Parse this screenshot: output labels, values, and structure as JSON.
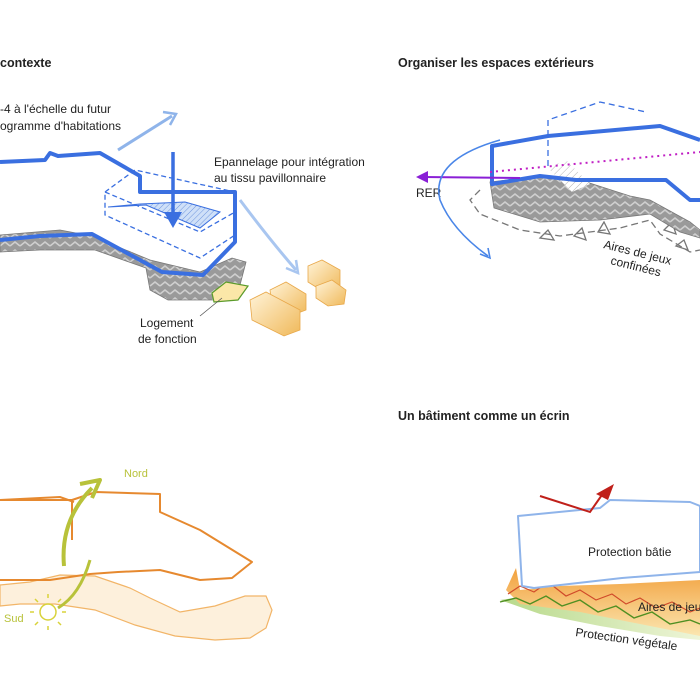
{
  "panels": {
    "top_left": {
      "heading": "contexte",
      "note_line1": "-4 à l'échelle du futur",
      "note_line2": "ogramme d'habitations",
      "epannelage_line1": "Epannelage pour intégration",
      "epannelage_line2": "au tissu pavillonnaire",
      "logement_line1": "Logement",
      "logement_line2": "de fonction"
    },
    "top_right": {
      "heading": "Organiser les espaces extérieurs",
      "rer_label": "RER",
      "aires_line1": "Aires de jeux",
      "aires_line2": "confinées"
    },
    "bottom_left": {
      "nord_label": "Nord",
      "sud_label": "Sud"
    },
    "bottom_right": {
      "heading": "Un bâtiment comme un écrin",
      "protection_batie": "Protection bâtie",
      "aires_de_jeux": "Aires de jeu",
      "protection_vegetale": "Protection végétale"
    }
  },
  "colors": {
    "blue": "#3a6fe0",
    "light_blue": "#8fb4ea",
    "gray_ground": "#8a8a8a",
    "orange": "#e6892f",
    "yellow_green": "#b8c23a",
    "magenta": "#c01fc4",
    "purple": "#8a1fd6",
    "red": "#c0201a",
    "green": "#5b9b2a"
  }
}
